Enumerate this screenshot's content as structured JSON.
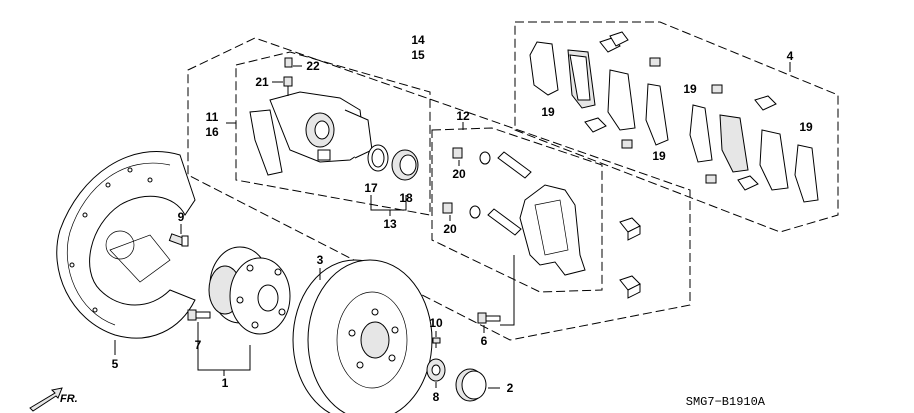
{
  "diagram_code": "SMG7−B1910A",
  "direction_label": "FR.",
  "callouts": [
    {
      "id": "c1",
      "text": "1"
    },
    {
      "id": "c2",
      "text": "2"
    },
    {
      "id": "c3",
      "text": "3"
    },
    {
      "id": "c4",
      "text": "4"
    },
    {
      "id": "c5",
      "text": "5"
    },
    {
      "id": "c6",
      "text": "6"
    },
    {
      "id": "c7",
      "text": "7"
    },
    {
      "id": "c8",
      "text": "8"
    },
    {
      "id": "c9",
      "text": "9"
    },
    {
      "id": "c10",
      "text": "10"
    },
    {
      "id": "c11",
      "text": "11"
    },
    {
      "id": "c12",
      "text": "12"
    },
    {
      "id": "c13",
      "text": "13"
    },
    {
      "id": "c14",
      "text": "14"
    },
    {
      "id": "c15",
      "text": "15"
    },
    {
      "id": "c16",
      "text": "16"
    },
    {
      "id": "c17",
      "text": "17"
    },
    {
      "id": "c18",
      "text": "18"
    },
    {
      "id": "c19a",
      "text": "19"
    },
    {
      "id": "c19b",
      "text": "19"
    },
    {
      "id": "c19c",
      "text": "19"
    },
    {
      "id": "c19d",
      "text": "19"
    },
    {
      "id": "c20a",
      "text": "20"
    },
    {
      "id": "c20b",
      "text": "20"
    },
    {
      "id": "c21",
      "text": "21"
    },
    {
      "id": "c22",
      "text": "22"
    }
  ]
}
